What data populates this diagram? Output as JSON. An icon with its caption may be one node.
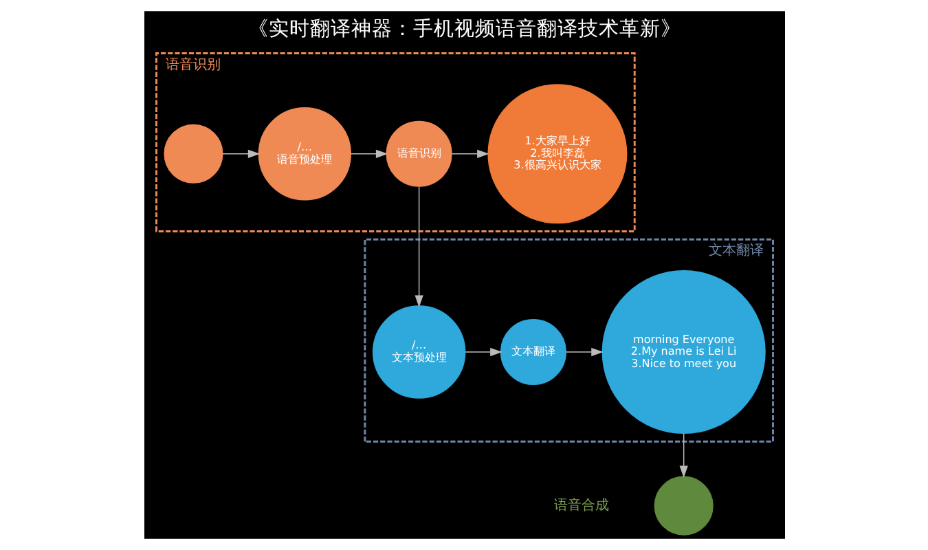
{
  "diagram": {
    "title": "《实时翻译神器：手机视频语音翻译技术革新》",
    "nodes": [
      {
        "text": [
          "语音识别"
        ]
      },
      {
        "text": [],
        "shape": "circle",
        "in": 0
      },
      {
        "text": [
          "/…",
          "语音预处理"
        ],
        "in": 0
      },
      {
        "text": [
          "语音识别"
        ],
        "in": 0
      },
      {
        "text": [
          "1.大家早上好",
          "2.我叫李磊",
          "3.很高兴认识大家"
        ],
        "in": 0
      },
      {
        "text": [
          "文本翻译"
        ]
      },
      {
        "text": [
          "morning Everyone",
          "2.My name is Lei Li",
          "3.Nice to meet you"
        ],
        "in": 5
      },
      {
        "text": [
          "文本翻译"
        ],
        "in": 5
      },
      {
        "text": [
          "/…",
          "文本预处理"
        ],
        "in": 5
      },
      {
        "text": [],
        "shape": "circle"
      }
    ],
    "edges": [
      {
        "from": 1,
        "to": 2,
        "arrow": "to"
      },
      {
        "from": 2,
        "to": 3,
        "arrow": "to"
      },
      {
        "from": 3,
        "to": 4,
        "arrow": "to"
      },
      {
        "from": 3,
        "to": 8,
        "arrow": "to"
      },
      {
        "from": 8,
        "to": 7,
        "arrow": "to"
      },
      {
        "from": 7,
        "to": 6,
        "arrow": "to"
      },
      {
        "from": 6,
        "to": 9,
        "arrow": "to"
      }
    ],
    "labels": [
      "语音合成"
    ]
  }
}
